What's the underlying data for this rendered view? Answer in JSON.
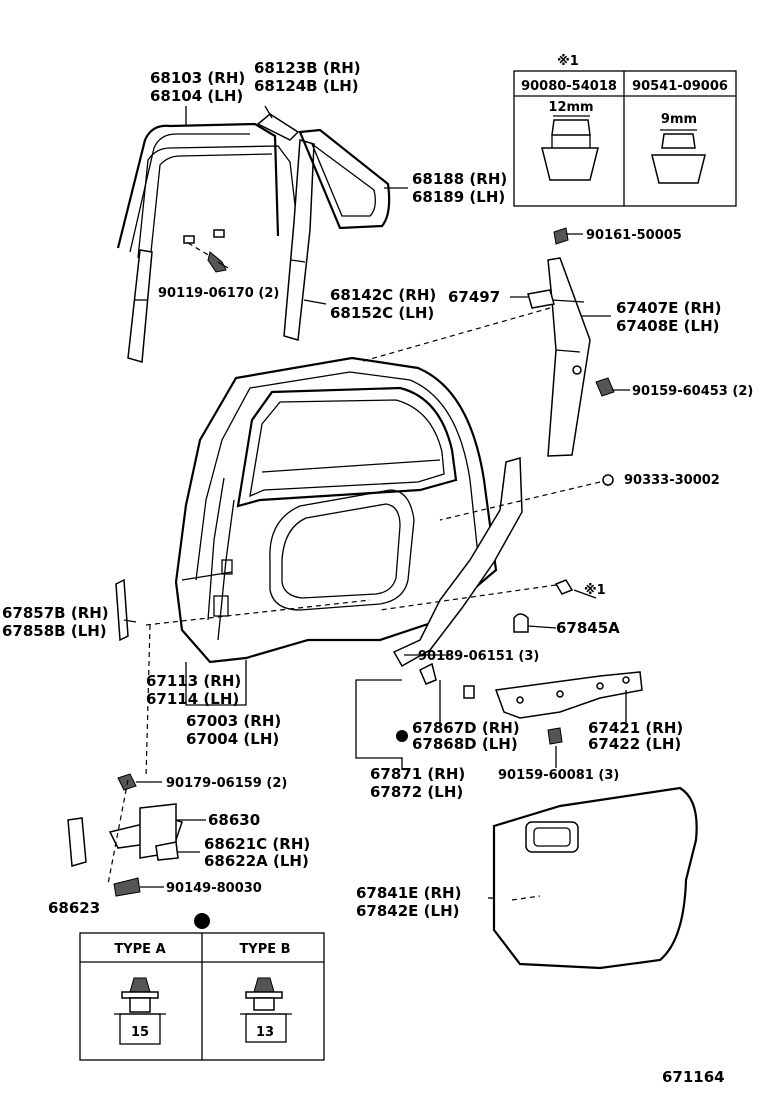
{
  "drawing_id": "671164",
  "parts": {
    "p68103": [
      "68103 (RH)",
      "68104 (LH)"
    ],
    "p68123": [
      "68123B (RH)",
      "68124B (LH)"
    ],
    "p68188": [
      "68188 (RH)",
      "68189 (LH)"
    ],
    "p90119": "90119-06170 (2)",
    "p68142": [
      "68142C (RH)",
      "68152C (LH)"
    ],
    "p90161": "90161-50005",
    "p67497": "67497",
    "p67407": [
      "67407E (RH)",
      "67408E (LH)"
    ],
    "p90159a": "90159-60453 (2)",
    "p90333": "90333-30002",
    "p_ref1": "※1",
    "p67857": [
      "67857B (RH)",
      "67858B (LH)"
    ],
    "p67845": "67845A",
    "p90189": "90189-06151 (3)",
    "p67113": [
      "67113 (RH)",
      "67114 (LH)"
    ],
    "p67003": [
      "67003 (RH)",
      "67004 (LH)"
    ],
    "p67867": [
      "67867D (RH)",
      "67868D (LH)"
    ],
    "p67421": [
      "67421 (RH)",
      "67422 (LH)"
    ],
    "p67871": [
      "67871 (RH)",
      "67872 (LH)"
    ],
    "p90159b": "90159-60081 (3)",
    "p90179": "90179-06159 (2)",
    "p68630": "68630",
    "p68621": [
      "68621C (RH)",
      "68622A (LH)"
    ],
    "p90149": "90149-80030",
    "p68623": "68623",
    "p67841": [
      "67841E (RH)",
      "67842E (LH)"
    ]
  },
  "ref_box": {
    "title": "※1",
    "col1_part": "90080-54018",
    "col2_part": "90541-09006",
    "col1_dim": "12mm",
    "col2_dim": "9mm"
  },
  "type_box": {
    "col1_label": "TYPE A",
    "col2_label": "TYPE B",
    "col1_dim": "15",
    "col2_dim": "13"
  }
}
